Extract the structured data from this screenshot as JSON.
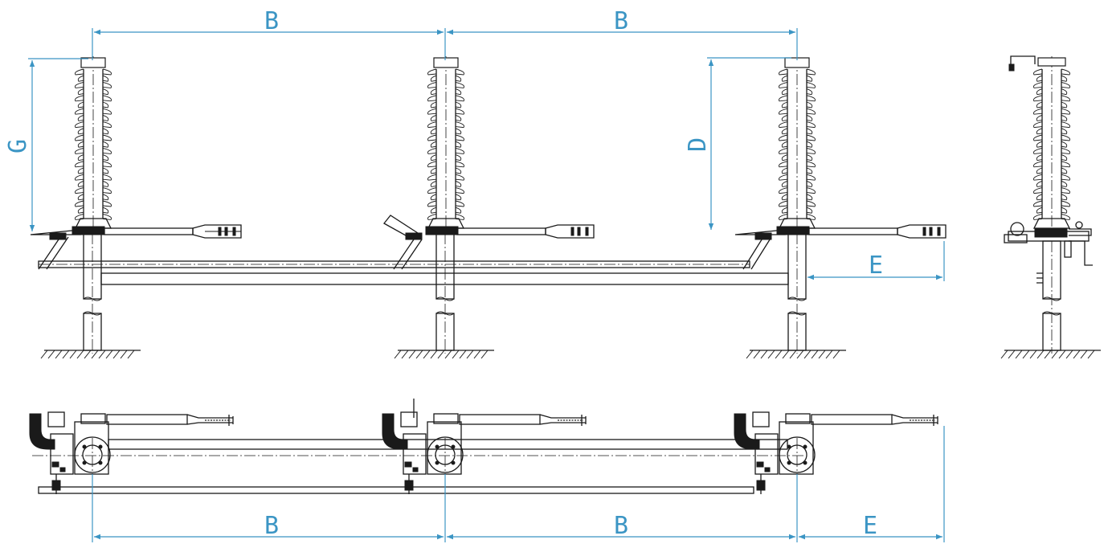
{
  "colors": {
    "dimension": "#3b95c4",
    "line": "#1a1a1a",
    "background": "#ffffff"
  },
  "front_view": {
    "dim_top_left": "B",
    "dim_top_right": "B",
    "dim_left_height": "G",
    "dim_right_height": "D",
    "dim_arm": "E"
  },
  "plan_view": {
    "dim_bottom_left": "B",
    "dim_bottom_right": "B",
    "dim_bottom_arm": "E"
  }
}
